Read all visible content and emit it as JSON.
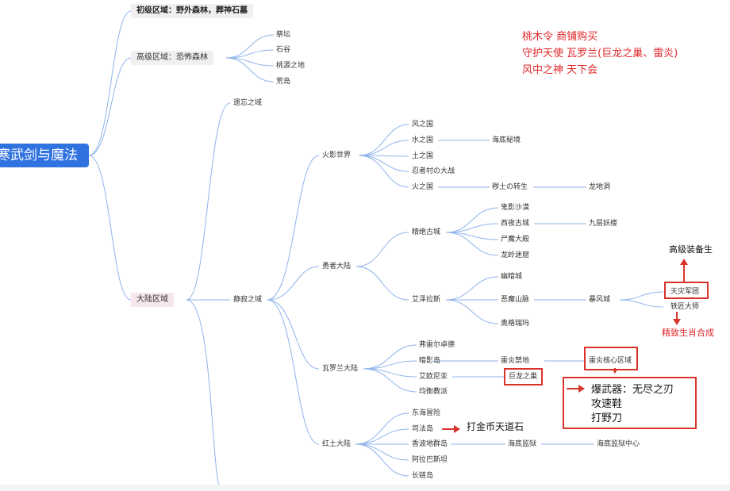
{
  "root": "寒武剑与魔法",
  "level1": {
    "beginner": "初级区域：野外森林，葬神石墓",
    "advanced": "高级区域：恐怖森林",
    "continent": "大陆区域"
  },
  "advanced_children": [
    "祭坛",
    "石谷",
    "桃源之地",
    "荒岛"
  ],
  "continent_children": {
    "forgotten": "遗忘之域",
    "silent": "静寂之域"
  },
  "silent_children": {
    "fire_shadow": "火影世界",
    "hero": "勇者大陆",
    "valoran": "瓦罗兰大陆",
    "red_earth": "红土大陆"
  },
  "fire_shadow_children": {
    "wind": "风之国",
    "water": "水之国",
    "water_sub": "海底秘境",
    "earth": "土之国",
    "ninja": "忍者村の大战",
    "fire": "火之国",
    "fire_sub": "秽土の转生",
    "fire_sub2": "龙地洞"
  },
  "hero_children": {
    "spirit_city": "精绝古城",
    "ghost_desert": "鬼影沙漠",
    "west_night": "西夜古城",
    "nine_tower": "九层妖楼",
    "corpse_hall": "尸魔大殿",
    "dragon_cave": "龙岭迷窟",
    "azeroth": "艾泽拉斯",
    "dark_city": "幽暗城",
    "demon_mountain": "恶魔山脉",
    "storm_city": "暴风城",
    "scourge": "天灾军团",
    "blacksmith": "铁匠大师",
    "orgrimmar": "奥格瑞玛"
  },
  "valoran_children": {
    "freljord": "弗雷尔卓德",
    "shadow_isle": "暗影岛",
    "thunder_land": "雷炎禁地",
    "thunder_core": "雷炎核心区域",
    "ionia": "艾欧尼亚",
    "dragon_nest": "巨龙之巢",
    "balance": "均衡教派"
  },
  "red_earth_children": {
    "east_sea": "东海冒险",
    "sifa": "司法岛",
    "shabondy": "香波地群岛",
    "impel": "海底监狱",
    "impel_center": "海底监狱中心",
    "alabasta": "阿拉巴斯坦",
    "long_ring": "长链岛"
  },
  "annotations": {
    "note_lines": [
      "桃木令 商铺购买",
      "守护天使 瓦罗兰(巨龙之巢、雷炎)",
      "风中之神 天下会"
    ],
    "advanced_gear": "高级装备生",
    "zodiac": "精致生肖合成",
    "gold_coin": "打金币天道石",
    "drops": [
      "爆武器：无尽之刃",
      "攻速鞋",
      "打野刀"
    ]
  },
  "colors": {
    "line": "#8fb3ea",
    "accent": "#2f72e0",
    "annotation": "#e0262a",
    "box": "#d9342b"
  }
}
